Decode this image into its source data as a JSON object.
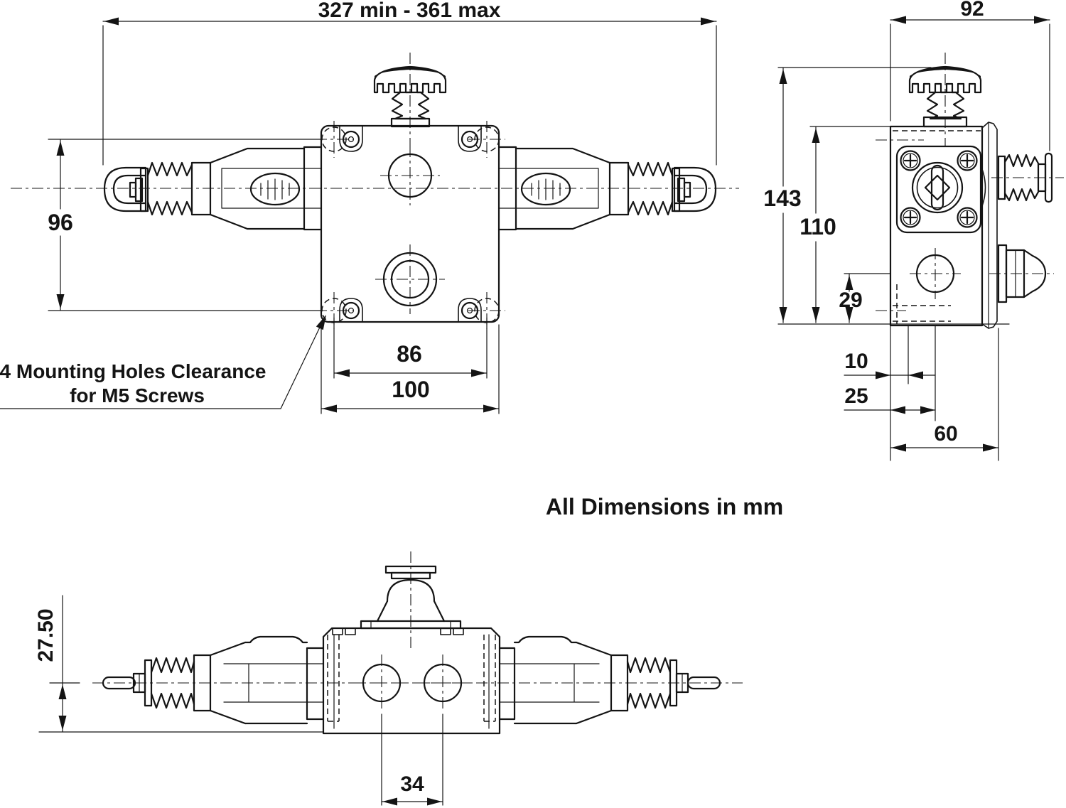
{
  "drawing": {
    "units_note": "All Dimensions in mm",
    "callout": {
      "line1": "4 Mounting Holes Clearance",
      "line2": "for M5 Screws"
    },
    "dims": {
      "overall_length": "327 min  -  361 max",
      "side_overall_width": "92",
      "mounting_holes_vertical": "96",
      "overall_height": "143",
      "body_height": "110",
      "front_hole_height": "29",
      "back_offset_small": "10",
      "back_offset_large": "25",
      "body_depth": "60",
      "mounting_holes_horizontal": "86",
      "body_width": "100",
      "cable_entries_spacing": "34",
      "rope_axis_depth": "27.50"
    },
    "colors": {
      "ink": "#141414",
      "bg": "#ffffff"
    }
  }
}
